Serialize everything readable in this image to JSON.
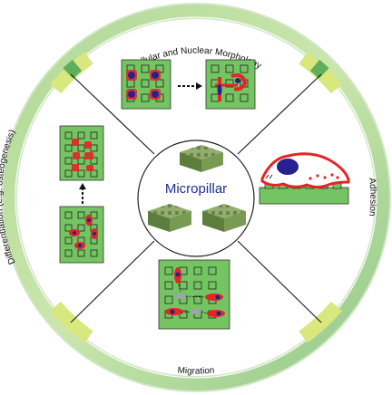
{
  "ring_labels": {
    "top": "Cellular and Nuclear Morphology",
    "right": "Adhesion",
    "bottom": "Migration",
    "left": "Differentiation (e.g. osteogenesis)"
  },
  "center": {
    "label": "Micropillar"
  },
  "colors": {
    "ring_green": "#9ccc8c",
    "ring_yellow": "#d7e67a",
    "ring_dark_green": "#5fae5a",
    "panel_green": "#6fbf5a",
    "cell_red": "#e42525",
    "nucleus_blue": "#27218f",
    "label_blue": "#1c2f8f",
    "pillar_green": "#6d8e4b"
  }
}
